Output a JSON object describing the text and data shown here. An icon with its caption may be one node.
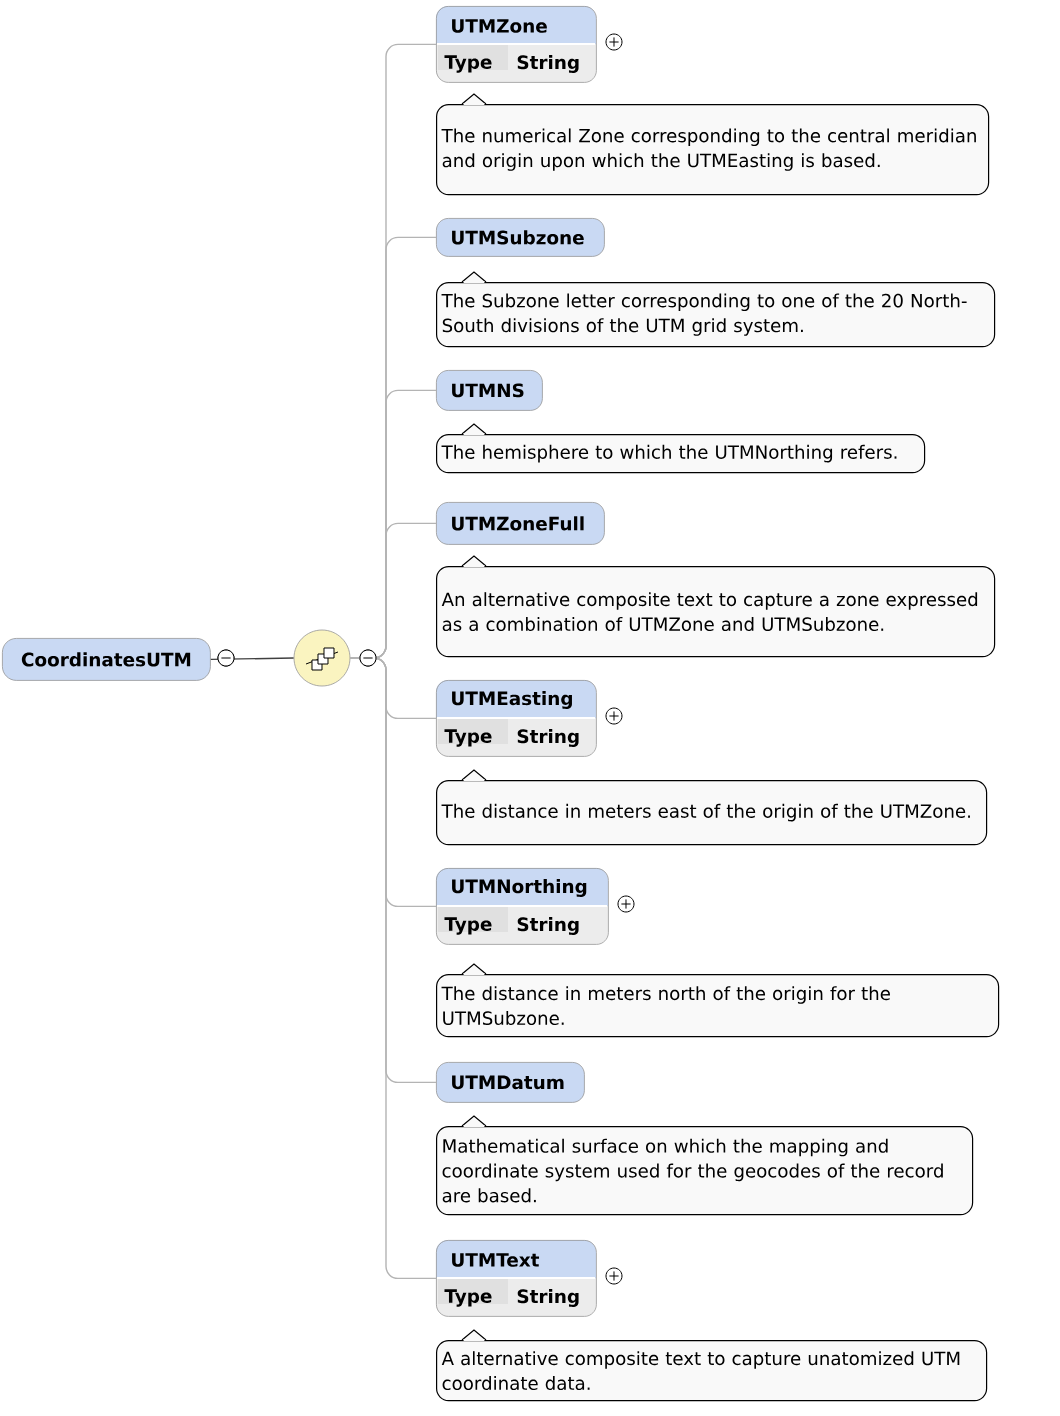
{
  "diagram": {
    "nodes": [
      {
        "text": [
          "CoordinatesUTM"
        ]
      },
      {
        "text": [],
        "shape": "circle"
      },
      {
        "text": [
          "UTMZone",
          "Type",
          "String"
        ]
      },
      {
        "text": [
          "The numerical Zone corresponding to the central meridian and origin upon which the UTMEasting is based."
        ]
      },
      {
        "text": [
          "UTMSubzone"
        ]
      },
      {
        "text": [
          "The Subzone letter corresponding to one of the 20 North-South divisions of the UTM grid system."
        ]
      },
      {
        "text": [
          "UTMNS"
        ]
      },
      {
        "text": [
          "The hemisphere to which the UTMNorthing refers."
        ]
      },
      {
        "text": [
          "UTMZoneFull"
        ]
      },
      {
        "text": [
          "An alternative composite text to capture a zone expressed as a combination of UTMZone and UTMSubzone."
        ]
      },
      {
        "text": [
          "UTMEasting",
          "Type",
          "String"
        ]
      },
      {
        "text": [
          "The distance in meters east of the origin of the UTMZone."
        ]
      },
      {
        "text": [
          "UTMNorthing",
          "Type",
          "String"
        ]
      },
      {
        "text": [
          "The distance in meters north of the origin for the UTMSubzone."
        ]
      },
      {
        "text": [
          "UTMDatum"
        ]
      },
      {
        "text": [
          "Mathematical surface on which the mapping and coordinate system used for the geocodes of the record are based."
        ]
      },
      {
        "text": [
          "UTMText",
          "Type",
          "String"
        ]
      },
      {
        "text": [
          "A alternative composite text to capture unatomized UTM coordinate data."
        ]
      }
    ],
    "edges": [
      {
        "from": 0,
        "to": 1,
        "arrow": "none",
        "color": "#404040"
      },
      {
        "from": 1,
        "to": 2,
        "arrow": "none"
      },
      {
        "from": 1,
        "to": 4,
        "arrow": "none"
      },
      {
        "from": 1,
        "to": 6,
        "arrow": "none"
      },
      {
        "from": 1,
        "to": 8,
        "arrow": "none"
      },
      {
        "from": 1,
        "to": 10,
        "arrow": "none"
      },
      {
        "from": 1,
        "to": 12,
        "arrow": "none"
      },
      {
        "from": 1,
        "to": 14,
        "arrow": "none"
      },
      {
        "from": 1,
        "to": 16,
        "arrow": "none"
      }
    ]
  }
}
